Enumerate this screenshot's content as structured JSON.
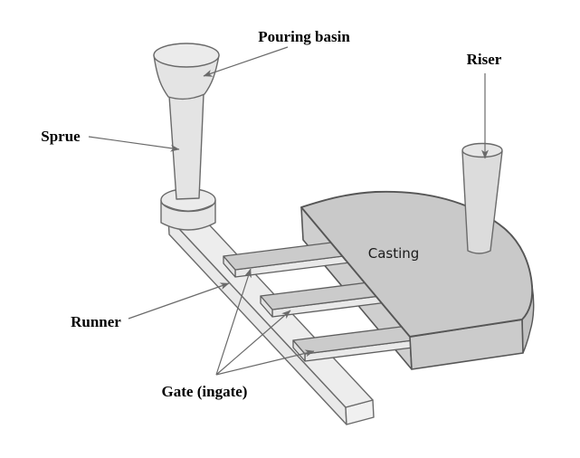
{
  "diagram": {
    "type": "casting-gating-system",
    "labels": {
      "pouring_basin": "Pouring basin",
      "sprue": "Sprue",
      "riser": "Riser",
      "runner": "Runner",
      "gate": "Gate (ingate)",
      "casting": "Casting"
    },
    "colors": {
      "background": "#ffffff",
      "outline_light_parts": "#6a6a6a",
      "outline_casting": "#565656",
      "leader_line": "#6a6a6a",
      "fill_top_light": "#ededed",
      "fill_side_light": "#e4e4e4",
      "fill_gate_top": "#cbcbcb",
      "fill_gate_side": "#e9e9e9",
      "fill_casting_top": "#c9c9c9",
      "fill_casting_front": "#cbcbcb",
      "fill_riser": "#dcdcdc",
      "label_text": "#000000",
      "casting_text": "#1b1b1b"
    }
  }
}
